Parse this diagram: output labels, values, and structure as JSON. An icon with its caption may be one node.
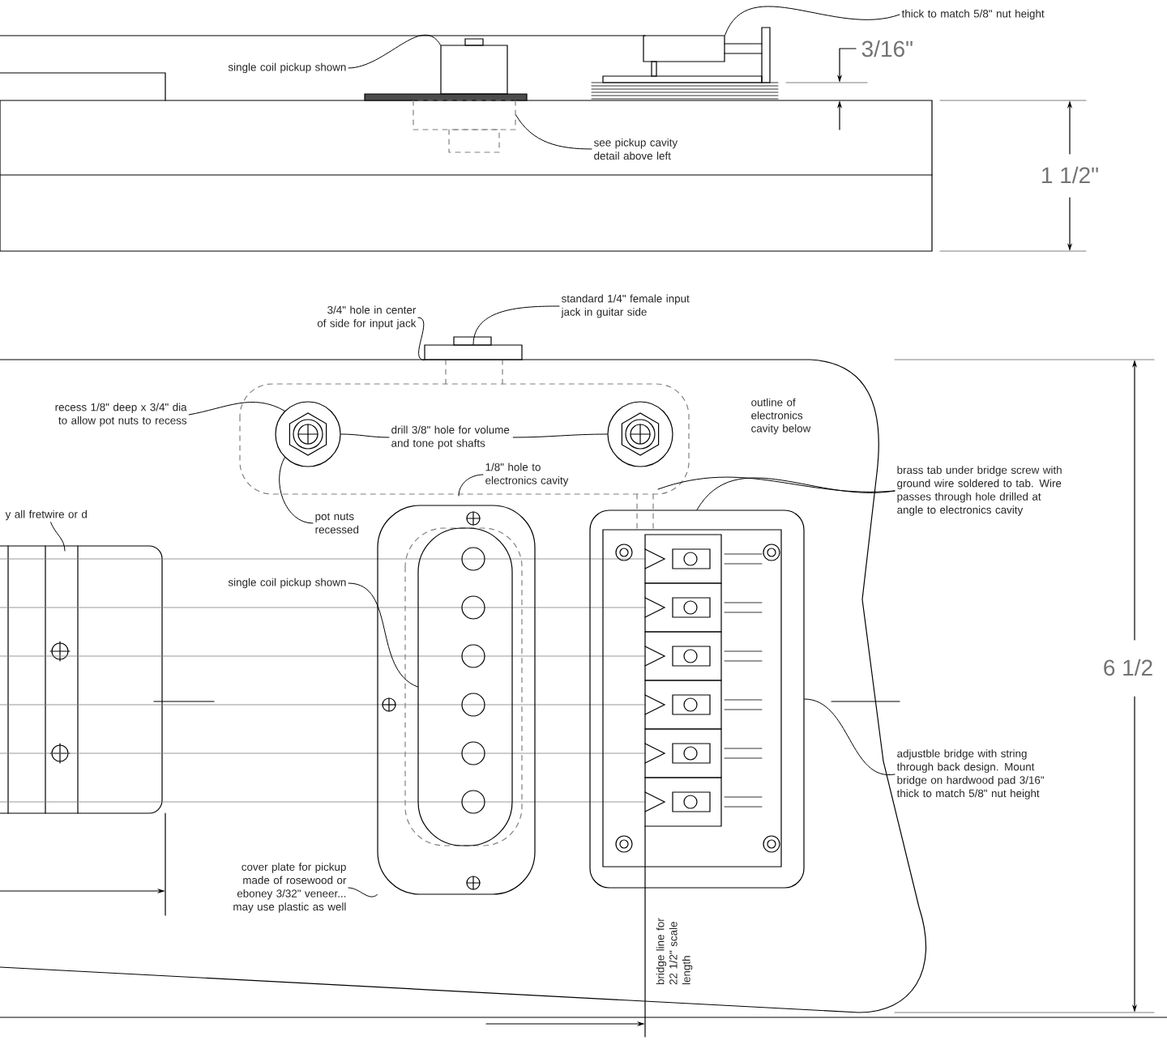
{
  "diagram": {
    "nodes": [
      {
        "text": [
          "single coil pickup shown"
        ]
      },
      {
        "text": [],
        "shape": "box"
      },
      {
        "text": [
          "see pickup cavity detail above left"
        ]
      },
      {
        "text": [],
        "shape": "box"
      },
      {
        "text": [
          "thick to match 5/8\" nut height"
        ]
      },
      {
        "text": [],
        "shape": "box"
      },
      {
        "text": [
          "3/4\" hole in center of side for input jack"
        ]
      },
      {
        "text": [],
        "shape": "box"
      },
      {
        "text": [
          "standard 1/4\" female input jack in guitar side"
        ]
      },
      {
        "text": [
          "recess 1/8\" deep x 3/4\" dia to allow pot nuts to recess"
        ]
      },
      {
        "text": [],
        "shape": "circle"
      },
      {
        "text": [
          "drill 3/8\" hole for volume and tone pot shafts"
        ]
      },
      {
        "text": [],
        "shape": "circle"
      },
      {
        "text": [
          "pot nuts recessed"
        ]
      },
      {
        "text": [
          "1/8\" hole to electronics cavity"
        ]
      },
      {
        "text": [
          "y all fretwire or d"
        ]
      },
      {
        "text": [
          "single coil pickup shown"
        ]
      },
      {
        "text": [],
        "shape": "box"
      },
      {
        "text": [],
        "shape": "box",
        "in": 17
      },
      {
        "text": [
          "cover plate for pickup made of rosewood or eboney 3/32\" veneer... may use plastic as well"
        ]
      },
      {
        "text": [],
        "shape": "box"
      },
      {
        "text": [
          "brass tab under bridge screw with ground wire soldered to tab. Wire passes through hole drilled at angle to electronics cavity"
        ]
      },
      {
        "text": [
          "adjustble bridge with string through back design. Mount bridge on hardwood pad 3/16\" thick to match 5/8\" nut height"
        ]
      }
    ],
    "edges": [
      {
        "from": 0,
        "to": 1,
        "arrow": "none"
      },
      {
        "from": 2,
        "to": 3,
        "arrow": "none"
      },
      {
        "from": 4,
        "to": 5,
        "arrow": "none"
      },
      {
        "from": 6,
        "to": 7,
        "arrow": "none"
      },
      {
        "from": 8,
        "to": 7,
        "arrow": "none"
      },
      {
        "from": 9,
        "to": 10,
        "arrow": "none"
      },
      {
        "from": 11,
        "to": 10,
        "arrow": "none"
      },
      {
        "from": 11,
        "to": 12,
        "arrow": "none"
      },
      {
        "from": 13,
        "to": 10,
        "arrow": "none"
      },
      {
        "from": 14,
        "to": null,
        "arrow": "none"
      },
      {
        "from": 15,
        "to": null,
        "arrow": "none"
      },
      {
        "from": 16,
        "to": 18,
        "arrow": "none"
      },
      {
        "from": 19,
        "to": 17,
        "arrow": "none"
      },
      {
        "from": 21,
        "to": null,
        "arrow": "none"
      },
      {
        "from": 21,
        "to": 20,
        "arrow": "none"
      },
      {
        "from": 22,
        "to": 20,
        "arrow": "none"
      }
    ],
    "labels": [
      "3/16\"",
      "1 1/2\"",
      "outline of electronics cavity below",
      "6 1/2",
      "bridge line for 22 1/2\" scale length"
    ]
  }
}
